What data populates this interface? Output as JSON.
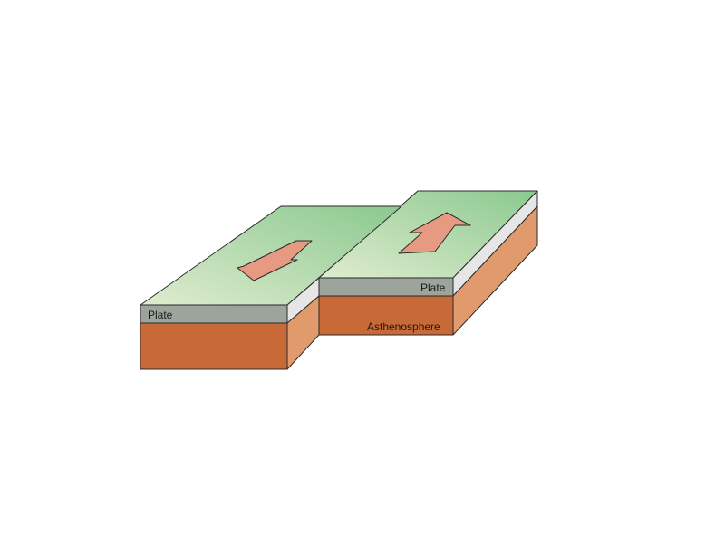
{
  "labels": {
    "left_plate": "Plate",
    "right_plate": "Plate",
    "asthenosphere": "Asthenosphere"
  },
  "colors": {
    "top_surface_light": "#dfeccf",
    "top_surface_dark": "#8bc98f",
    "plate_front": "#9ca49c",
    "plate_side": "#e6e6e6",
    "asthenosphere_front": "#c86a38",
    "asthenosphere_side": "#e09a6c",
    "arrow_fill": "#e69a82",
    "outline": "#2a2a2a"
  },
  "arrows": [
    {
      "name": "left-plate-arrow",
      "direction": "toward-viewer"
    },
    {
      "name": "right-plate-arrow",
      "direction": "away-from-viewer"
    }
  ]
}
